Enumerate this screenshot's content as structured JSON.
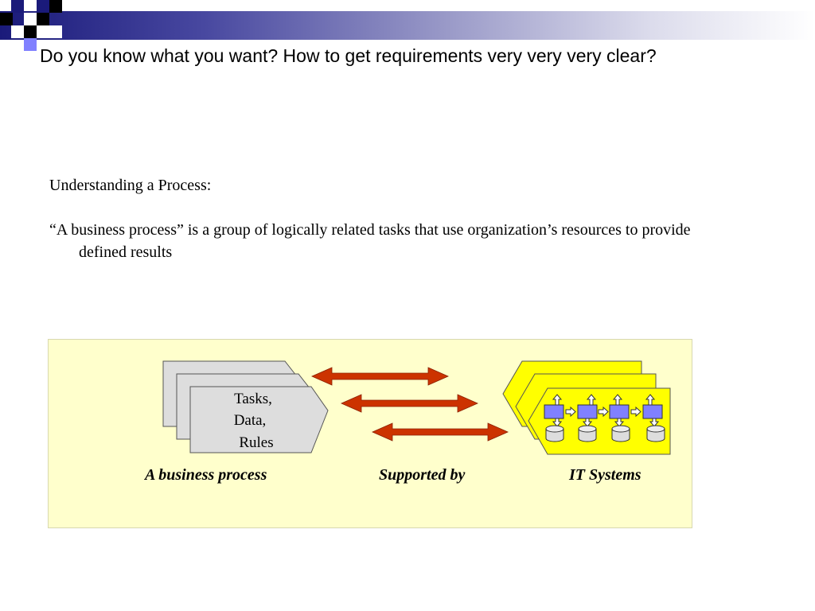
{
  "slide": {
    "title": "Do you know what you want? How to get requirements very very very clear?",
    "heading": "Understanding a Process:",
    "definition": "“A business process” is a group of logically related tasks that use organization’s resources to provide defined results"
  },
  "diagram": {
    "process_box_lines": [
      "Tasks,",
      "Data,",
      "Rules"
    ],
    "labels": {
      "business_process": "A business process",
      "supported_by": "Supported by",
      "it_systems": "IT Systems"
    },
    "colors": {
      "panel_bg": "#ffffcc",
      "process_box": "#dddddd",
      "it_box": "#ffff00",
      "arrow": "#cc3300",
      "module": "#8080ff",
      "header_dark": "#1a1a7a"
    },
    "it_module_count": 4
  }
}
